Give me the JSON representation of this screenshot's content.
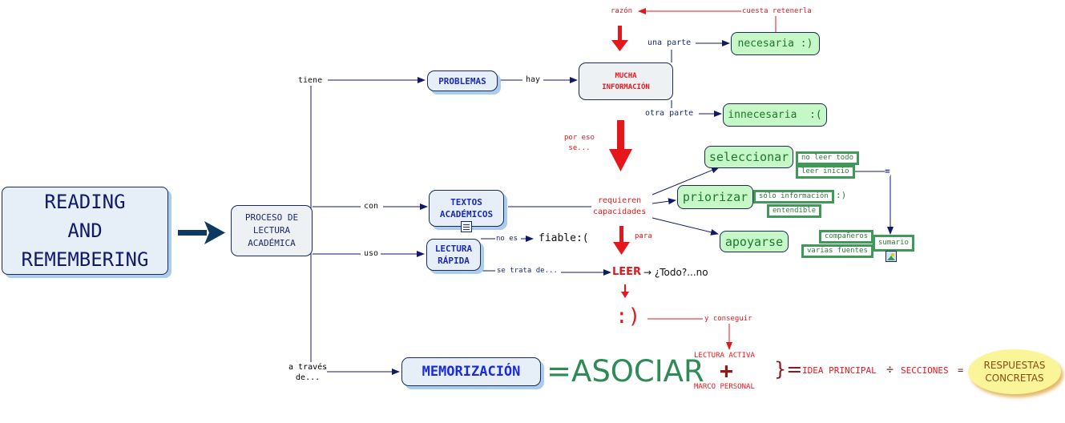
{
  "title_node": {
    "lines": [
      "READING",
      "AND",
      "REMEMBERING"
    ]
  },
  "process_node": {
    "lines": [
      "PROCESO DE",
      "LECTURA",
      "ACADÉMICA"
    ]
  },
  "links": {
    "tiene": "tiene",
    "con": "con",
    "uso": "uso",
    "a_traves": [
      "a través",
      "de..."
    ],
    "hay": "hay",
    "una_parte": "una parte",
    "otra_parte": "otra parte",
    "no_es": "no es",
    "se_trata_de": "se trata de...",
    "por_eso": [
      "por eso",
      "se..."
    ],
    "para": "para",
    "y_conseguir": "y conseguir",
    "cuesta_retenerla": "cuesta retenerla",
    "razon": "razón"
  },
  "problemas": "PROBLEMAS",
  "mucha_informacion": [
    "MUCHA",
    "INFORMACIÓN"
  ],
  "necesaria": "necesaria :)",
  "innecesaria": "innecesaria  :(",
  "textos_academicos": [
    "TEXTOS",
    "ACADÉMICOS"
  ],
  "lectura_rapida": [
    "LECTURA",
    "RÁPIDA"
  ],
  "fiable": "fiable:(",
  "requieren": [
    "requieren",
    "capacidades"
  ],
  "capacidades": {
    "seleccionar": "seleccionar",
    "priorizar": "priorizar",
    "apoyarse": "apoyarse"
  },
  "details": {
    "no_leer_todo": "no leer todo",
    "leer_inicio": "leer inicio",
    "solo_informacion": "sólo información",
    "smile": ":)",
    "entendible": "entendible",
    "companeros": "compañeros",
    "varias_fuentes": "varias fuentes",
    "sumario": "sumario",
    "equals": "="
  },
  "leer": "LEER",
  "todo": "→ ¿Todo?...no",
  "smiley_big": ":)",
  "memorizacion": "MEMORIZACIÓN",
  "asociar": "=ASOCIAR",
  "lectura_activa": "LECTURA ACTIVA",
  "plus": "+",
  "marco_personal": "MARCO PERSONAL",
  "brace_eq": "}=",
  "idea_principal": "IDEA PRINCIPAL",
  "divide": "÷",
  "secciones": "SECCIONES",
  "eq": "=",
  "respuestas": [
    "RESPUESTAS",
    "CONCRETAS"
  ],
  "colors": {
    "navy": "#1c2a55",
    "line": "#101a6a",
    "red": "#e5171d",
    "green_text": "#2e8b57",
    "green_node": "#c6f7c6",
    "blue_node": "#e6eef7",
    "yellow_ellipse": "#fbf59a"
  }
}
